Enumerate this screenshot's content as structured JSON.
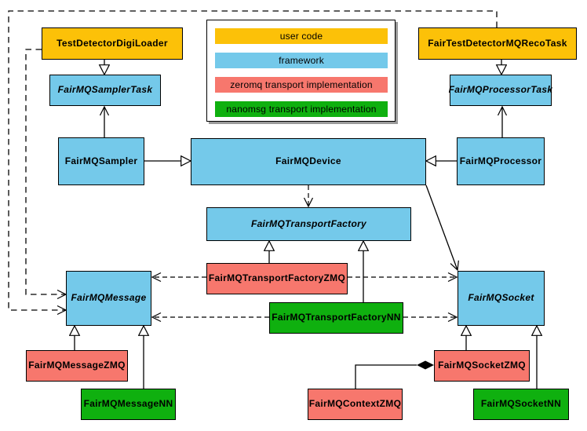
{
  "legend": {
    "items": [
      {
        "label": "user code",
        "color": "#FCC108"
      },
      {
        "label": "framework",
        "color": "#74C9EA"
      },
      {
        "label": "zeromq transport implementation",
        "color": "#F7776D"
      },
      {
        "label": "nanomsg transport implementation",
        "color": "#0FB00F"
      }
    ]
  },
  "nodes": {
    "testDetectorDigiLoader": {
      "label": "TestDetectorDigiLoader",
      "category": "user code",
      "abstract": false
    },
    "fairMQSamplerTask": {
      "label": "FairMQSamplerTask",
      "category": "framework",
      "abstract": true
    },
    "fairMQSampler": {
      "label": "FairMQSampler",
      "category": "framework",
      "abstract": false
    },
    "fairMQDevice": {
      "label": "FairMQDevice",
      "category": "framework",
      "abstract": false
    },
    "fairTestDetectorMQRecoTask": {
      "label": "FairTestDetectorMQRecoTask",
      "category": "user code",
      "abstract": false
    },
    "fairMQProcessorTask": {
      "label": "FairMQProcessorTask",
      "category": "framework",
      "abstract": true
    },
    "fairMQProcessor": {
      "label": "FairMQProcessor",
      "category": "framework",
      "abstract": false
    },
    "fairMQTransportFactory": {
      "label": "FairMQTransportFactory",
      "category": "framework",
      "abstract": true
    },
    "fairMQMessage": {
      "label": "FairMQMessage",
      "category": "framework",
      "abstract": true
    },
    "fairMQSocket": {
      "label": "FairMQSocket",
      "category": "framework",
      "abstract": true
    },
    "fairMQTransportFactoryZMQ": {
      "label": "FairMQTransportFactoryZMQ",
      "category": "zeromq transport implementation",
      "abstract": false
    },
    "fairMQTransportFactoryNN": {
      "label": "FairMQTransportFactoryNN",
      "category": "nanomsg transport implementation",
      "abstract": false
    },
    "fairMQMessageZMQ": {
      "label": "FairMQMessageZMQ",
      "category": "zeromq transport implementation",
      "abstract": false
    },
    "fairMQMessageNN": {
      "label": "FairMQMessageNN",
      "category": "nanomsg transport implementation",
      "abstract": false
    },
    "fairMQSocketZMQ": {
      "label": "FairMQSocketZMQ",
      "category": "zeromq transport implementation",
      "abstract": false
    },
    "fairMQSocketNN": {
      "label": "FairMQSocketNN",
      "category": "nanomsg transport implementation",
      "abstract": false
    },
    "fairMQContextZMQ": {
      "label": "FairMQContextZMQ",
      "category": "zeromq transport implementation",
      "abstract": false
    }
  },
  "edges": [
    {
      "from": "TestDetectorDigiLoader",
      "to": "FairMQSamplerTask",
      "type": "inheritance"
    },
    {
      "from": "FairTestDetectorMQRecoTask",
      "to": "FairMQProcessorTask",
      "type": "inheritance"
    },
    {
      "from": "FairMQSampler",
      "to": "FairMQDevice",
      "type": "inheritance"
    },
    {
      "from": "FairMQProcessor",
      "to": "FairMQDevice",
      "type": "inheritance"
    },
    {
      "from": "FairMQTransportFactoryZMQ",
      "to": "FairMQTransportFactory",
      "type": "inheritance"
    },
    {
      "from": "FairMQTransportFactoryNN",
      "to": "FairMQTransportFactory",
      "type": "inheritance"
    },
    {
      "from": "FairMQMessageZMQ",
      "to": "FairMQMessage",
      "type": "inheritance"
    },
    {
      "from": "FairMQMessageNN",
      "to": "FairMQMessage",
      "type": "inheritance"
    },
    {
      "from": "FairMQSocketZMQ",
      "to": "FairMQSocket",
      "type": "inheritance"
    },
    {
      "from": "FairMQSocketNN",
      "to": "FairMQSocket",
      "type": "inheritance"
    },
    {
      "from": "FairMQSampler",
      "to": "FairMQSamplerTask",
      "type": "association"
    },
    {
      "from": "FairMQProcessor",
      "to": "FairMQProcessorTask",
      "type": "association"
    },
    {
      "from": "FairMQDevice",
      "to": "FairMQSocket",
      "type": "association"
    },
    {
      "from": "FairMQDevice",
      "to": "FairMQTransportFactory",
      "type": "dependency"
    },
    {
      "from": "FairTestDetectorMQRecoTask",
      "to": "FairMQMessage",
      "type": "dependency"
    },
    {
      "from": "TestDetectorDigiLoader",
      "to": "FairMQMessage",
      "type": "dependency"
    },
    {
      "from": "FairMQTransportFactoryZMQ",
      "to": "FairMQMessage",
      "type": "dependency"
    },
    {
      "from": "FairMQTransportFactoryNN",
      "to": "FairMQMessage",
      "type": "dependency"
    },
    {
      "from": "FairMQTransportFactoryZMQ",
      "to": "FairMQSocket",
      "type": "dependency"
    },
    {
      "from": "FairMQTransportFactoryNN",
      "to": "FairMQSocket",
      "type": "dependency"
    },
    {
      "from": "FairMQContextZMQ",
      "to": "FairMQSocketZMQ",
      "type": "composition"
    }
  ],
  "colors": {
    "user_code": "#FCC108",
    "framework": "#74C9EA",
    "zeromq": "#F7776D",
    "nanomsg": "#0FB00F",
    "line": "#000000",
    "legend_shadow": "#999999",
    "background": "#FFFFFF"
  }
}
